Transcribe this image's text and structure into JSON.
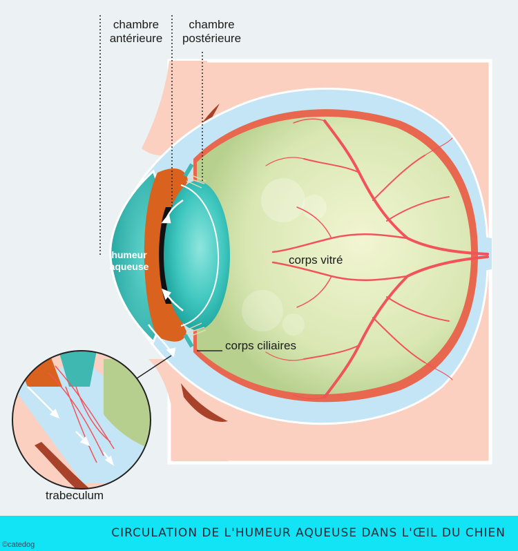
{
  "labels": {
    "anterior_chamber": [
      "chambre",
      "antérieure"
    ],
    "posterior_chamber": [
      "chambre",
      "postérieure"
    ],
    "aqueous_humor": [
      "humeur",
      "aqueuse"
    ],
    "vitreous_body": "corps vitré",
    "ciliary_body": "corps ciliaires",
    "trabeculum": "trabeculum"
  },
  "banner": {
    "title": "CIRCULATION DE L'HUMEUR AQUEUSE DANS L'ŒIL DU CHIEN",
    "copyright": "©catedog"
  },
  "colors": {
    "background": "#ecf1f3",
    "tissue": "#fbd0c0",
    "sclera": "#bfe3f5",
    "vitreous": "#d6e6b0",
    "retina_red": "#f0545a",
    "iris": "#d9621e",
    "lens": "#43cbc4",
    "banner": "#12e3f5"
  }
}
